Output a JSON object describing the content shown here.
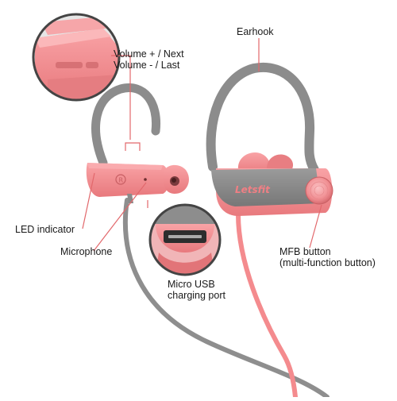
{
  "labels": {
    "volume_plus": "Volume + / Next",
    "volume_minus": "Volume - / Last",
    "earhook": "Earhook",
    "led": "LED indicator",
    "microphone": "Microphone",
    "micro_usb_line1": "Micro USB",
    "micro_usb_line2": "charging port",
    "mfb_line1": "MFB button",
    "mfb_line2": "(multi-function button)"
  },
  "brand": "Letsfit",
  "colors": {
    "grey_body": "#8a8a8a",
    "pink_body": "#f3868a",
    "pink_cable": "#f48b8e",
    "leader_line": "#e2686c",
    "text": "#1a1a1a"
  }
}
